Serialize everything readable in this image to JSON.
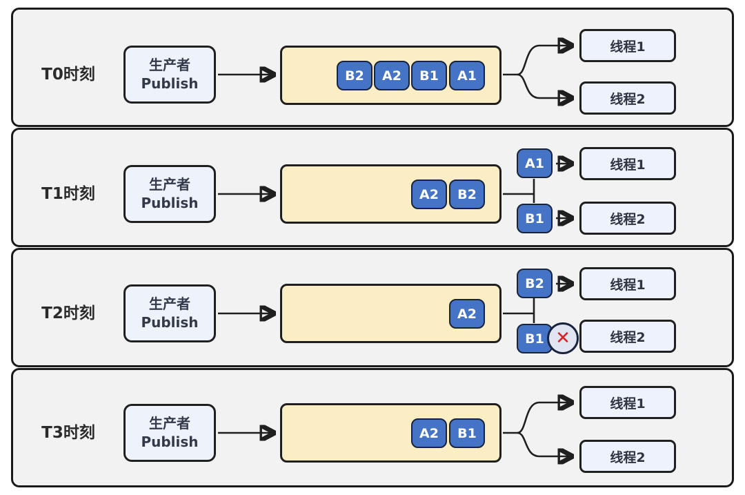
{
  "rows": [
    {
      "time_label": "T0时刻",
      "producer": {
        "line1": "生产者",
        "line2": "Publish"
      },
      "queue_items": [
        "B2",
        "A2",
        "B1",
        "A1"
      ],
      "side_items": [],
      "threads": [
        "线程1",
        "线程2"
      ]
    },
    {
      "time_label": "T1时刻",
      "producer": {
        "line1": "生产者",
        "line2": "Publish"
      },
      "queue_items": [
        "A2",
        "B2"
      ],
      "side_items": [
        "A1",
        "B1"
      ],
      "threads": [
        "线程1",
        "线程2"
      ]
    },
    {
      "time_label": "T2时刻",
      "producer": {
        "line1": "生产者",
        "line2": "Publish"
      },
      "queue_items": [
        "A2"
      ],
      "side_items": [
        "B2",
        "B1"
      ],
      "error_icon": "✕",
      "threads": [
        "线程1",
        "线程2"
      ]
    },
    {
      "time_label": "T3时刻",
      "producer": {
        "line1": "生产者",
        "line2": "Publish"
      },
      "queue_items": [
        "A2",
        "B1"
      ],
      "side_items": [],
      "threads": [
        "线程1",
        "线程2"
      ]
    }
  ],
  "colors": {
    "panel_background": "#f2f2f3",
    "panel_border": "#1a1a1a",
    "producer_fill": "#edf2fb",
    "queue_fill": "#fbedc4",
    "message_fill": "#4573c5",
    "message_border": "#18233c",
    "message_text": "#ffffff",
    "thread_fill": "#eef2fc",
    "box_border": "#1f1f1f",
    "line_color": "#1f1f1f",
    "error_circle_fill": "#e1e4f1",
    "error_x_color": "#dd1f1f",
    "label_text": "#2b2b2b"
  }
}
